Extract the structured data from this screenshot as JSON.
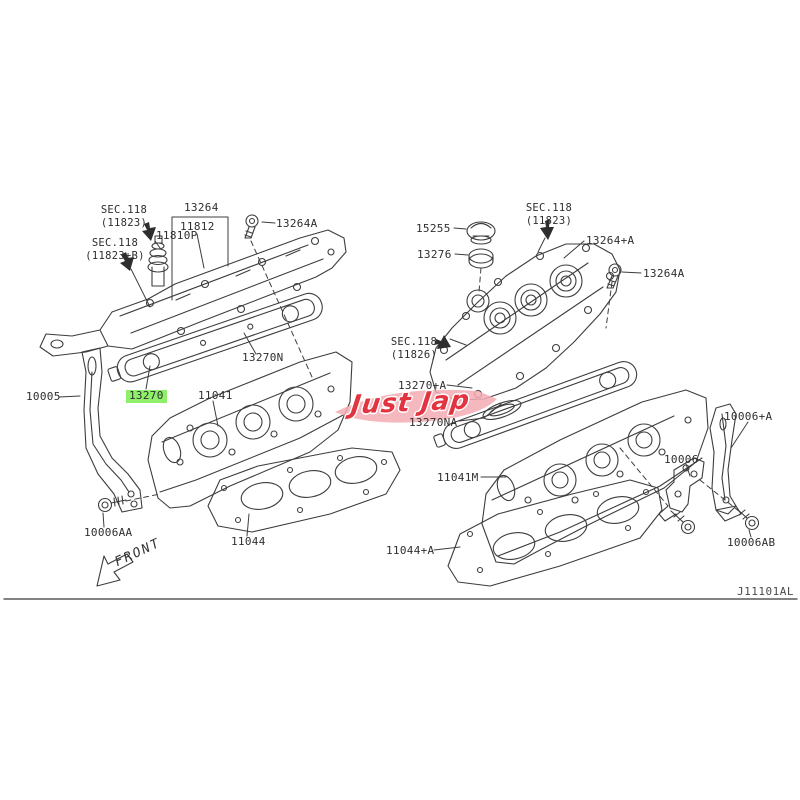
{
  "diagram": {
    "code": "J11101AL",
    "front_label": "FRONT",
    "watermark_text": "Just Jap",
    "highlight_color": "#8def6a",
    "line_color": "#3d3d3d",
    "watermark_text_color": "#e23440",
    "watermark_ribbon_color": "#f3abb3"
  },
  "labels": {
    "sec118_11823_left": {
      "line1": "SEC.118",
      "line2": "(11823)"
    },
    "sec118_11823b_left": {
      "line1": "SEC.118",
      "line2": "(11823+B)"
    },
    "p13264": "13264",
    "p11812": "11812",
    "p11810p": "11810P",
    "p13264a_left": "13264A",
    "p13270n": "13270N",
    "p13270": "13270",
    "p11041": "11041",
    "p10005": "10005",
    "p10006aa": "10006AA",
    "p11044": "11044",
    "p15255": "15255",
    "p13276": "13276",
    "sec118_11823_right": {
      "line1": "SEC.118",
      "line2": "(11823)"
    },
    "p13264_plus_a": "13264+A",
    "p13264a_right": "13264A",
    "sec118_11826": {
      "line1": "SEC.118",
      "line2": "(11826)"
    },
    "p13270_plus_a": "13270+A",
    "p13270na": "13270NA",
    "p11041m": "11041M",
    "p11044_plus_a": "11044+A",
    "p10006": "10006",
    "p10006_plus_a": "10006+A",
    "p10006ab": "10006AB"
  }
}
